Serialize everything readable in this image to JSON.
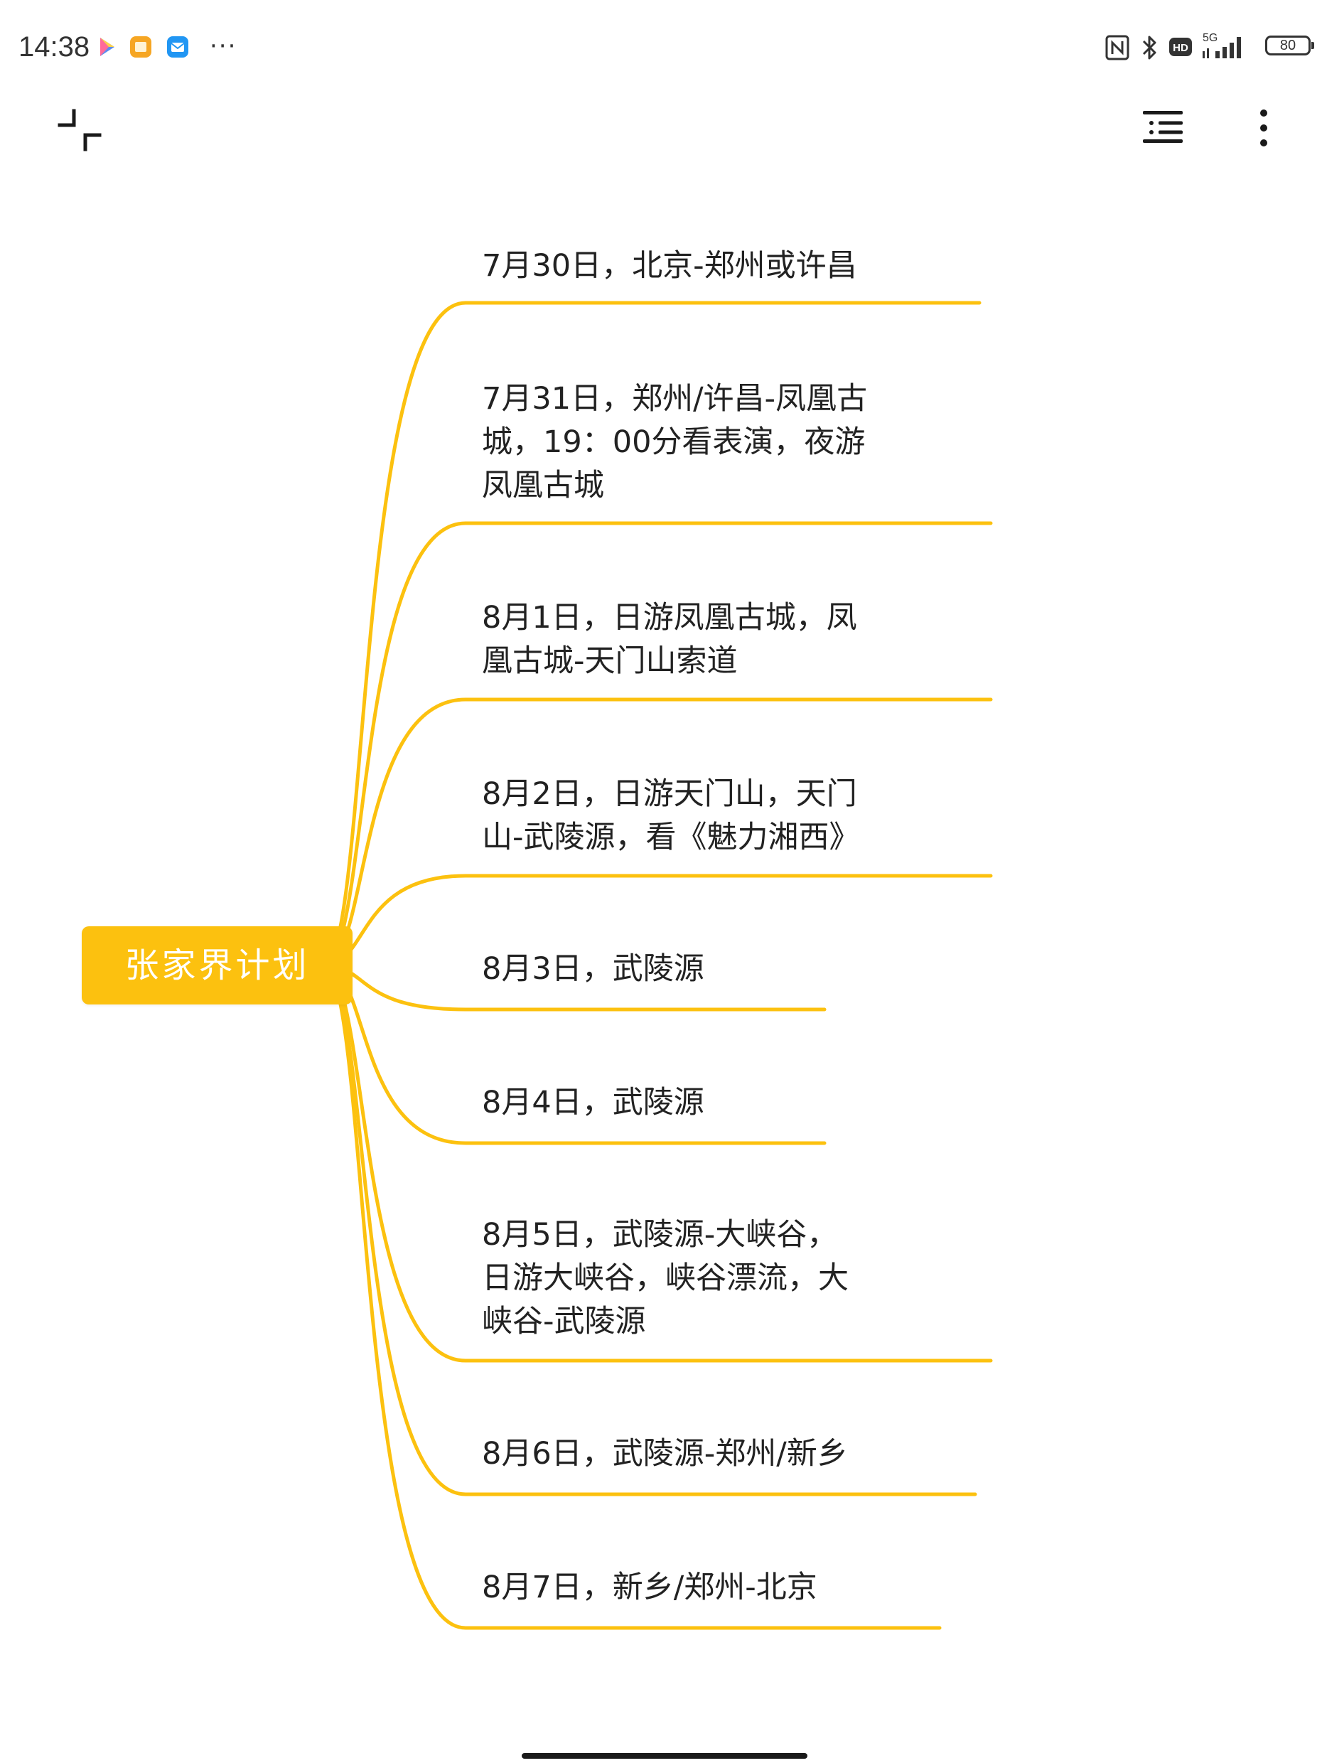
{
  "status_bar": {
    "time": "14:38",
    "more": "···",
    "battery": "80",
    "signal_label": "5G",
    "hd_label": "HD",
    "icons": [
      "play-store-icon",
      "notes-app-icon",
      "mail-app-icon",
      "nfc-icon",
      "bluetooth-icon",
      "hd-icon",
      "signal-icon",
      "battery-icon"
    ]
  },
  "toolbar": {
    "icons": [
      "collapse-icon",
      "outline-list-icon",
      "more-vertical-icon"
    ]
  },
  "colors": {
    "accent": "#fcc10f",
    "text": "#222222",
    "background": "#ffffff"
  },
  "mindmap": {
    "root": "张家界计划",
    "branches": [
      {
        "text": "7月30日，北京-郑州或许昌"
      },
      {
        "text": "7月31日，郑州/许昌-凤凰古\n城，19：00分看表演，夜游\n凤凰古城"
      },
      {
        "text": "8月1日，日游凤凰古城，凤\n凰古城-天门山索道"
      },
      {
        "text": "8月2日，日游天门山，天门\n山-武陵源，看《魅力湘西》"
      },
      {
        "text": "8月3日，武陵源"
      },
      {
        "text": "8月4日，武陵源"
      },
      {
        "text": "8月5日，武陵源-大峡谷，\n日游大峡谷，峡谷漂流，大\n峡谷-武陵源"
      },
      {
        "text": "8月6日，武陵源-郑州/新乡"
      },
      {
        "text": "8月7日，新乡/郑州-北京"
      }
    ]
  }
}
